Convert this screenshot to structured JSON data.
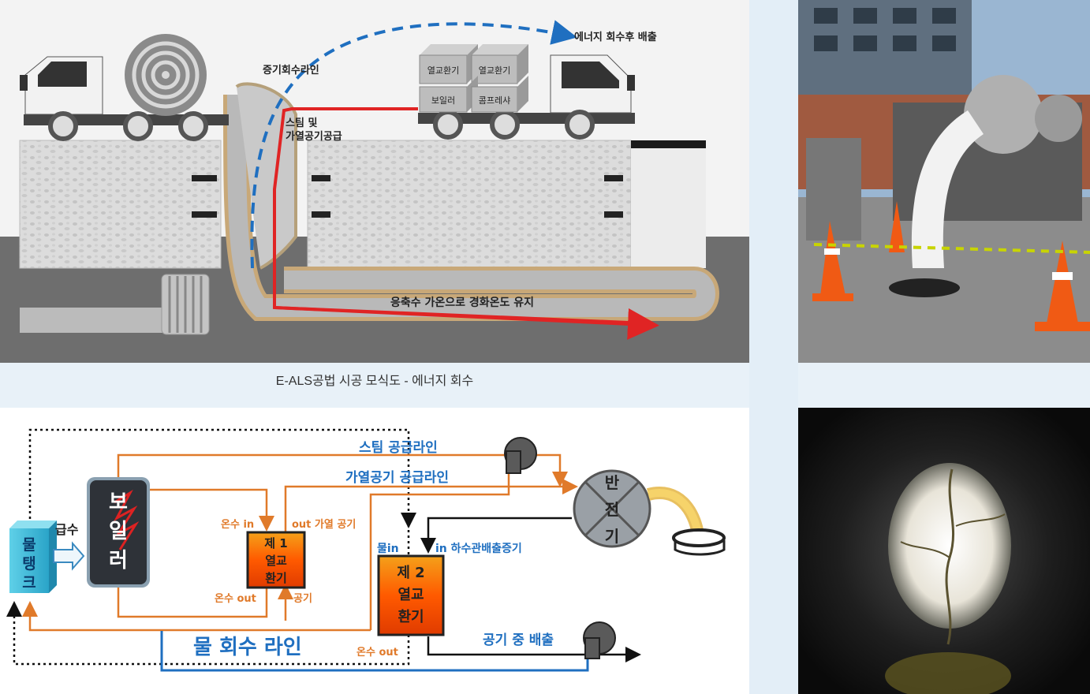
{
  "top_diagram": {
    "labels": {
      "steam_recovery_line": "증기회수라인",
      "energy_exhaust": "에너지 회수후 배출",
      "steam_hot_air": "스팀 및 가열공기공급",
      "steam_hot_air_l1": "스팀 및",
      "steam_hot_air_l2": "가열공기공급",
      "condensate": "응축수 가온으로 경화온도 유지"
    },
    "equipment": {
      "hx1": "열교환기",
      "hx2": "열교환기",
      "boiler": "보일러",
      "compressor": "콤프레샤"
    },
    "colors": {
      "steam_supply": "#e02424",
      "recovery": "#1f6fc0",
      "liner": "#c8a878"
    }
  },
  "caption": "E-ALS공법 시공 모식도 - 에너지 회수",
  "bottom_diagram": {
    "water_tank": [
      "물",
      "탱",
      "크"
    ],
    "feed_water": "급수",
    "boiler": [
      "보",
      "일",
      "러"
    ],
    "steam_supply_line": "스팀 공급라인",
    "hot_air_supply_line": "가열공기 공급라인",
    "hot_water_in": "온수 in",
    "out_hot_air": "out  가열 공기",
    "hx1": [
      "제 1",
      "열교",
      "환기"
    ],
    "hot_water_out_1": "온수 out",
    "air": "공기",
    "water_in": "물in",
    "in_sewer_steam": "in 하수관배출증기",
    "hx2": [
      "제 2",
      "열교",
      "환기"
    ],
    "hot_water_out_2": "온수 out",
    "water_recovery_line": "물 회수 라인",
    "air_exhaust": "공기 중 배출",
    "inverter": [
      "반",
      "전",
      "기"
    ],
    "colors": {
      "orange": "#e07a2a",
      "blue": "#1f6fc0",
      "black": "#111111"
    }
  }
}
